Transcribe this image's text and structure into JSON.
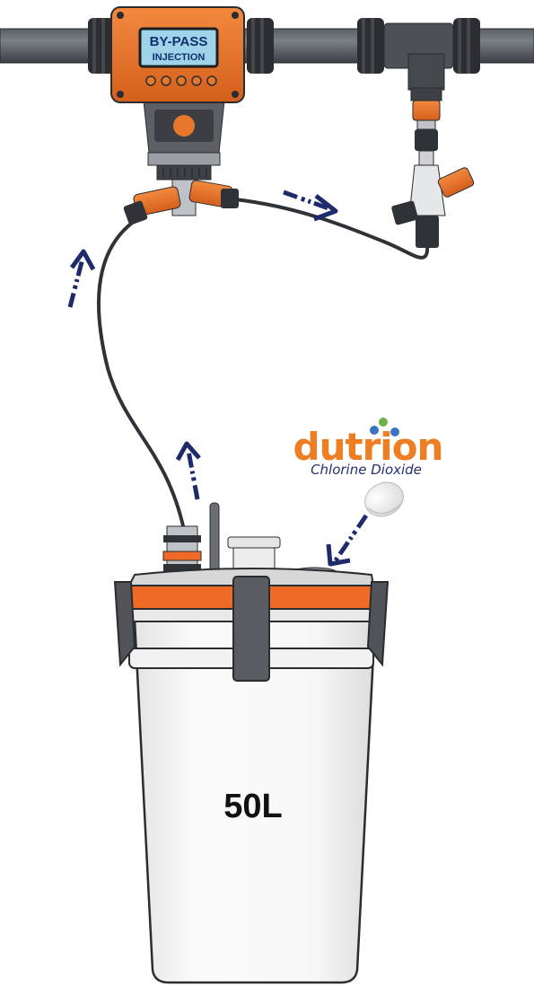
{
  "device": {
    "screen_line1": "BY-PASS",
    "screen_line2": "INJECTION",
    "body_color": "#e8772e",
    "screen_color": "#9fd3ea",
    "screen_text_color": "#0e2f6b"
  },
  "logo": {
    "brand": "dutrion",
    "subtitle": "Chlorine Dioxide",
    "brand_color": "#ef7d22",
    "subtitle_color": "#24306e"
  },
  "tank": {
    "volume_label": "50L",
    "lid_color": "#ef6a26"
  },
  "pipe_color": "#3a3d42",
  "tube_color": "#2f3236",
  "arrow_color": "#1f2a6b",
  "icons": [
    "flow-arrow-icon",
    "tablet-icon",
    "molecule-icon"
  ]
}
